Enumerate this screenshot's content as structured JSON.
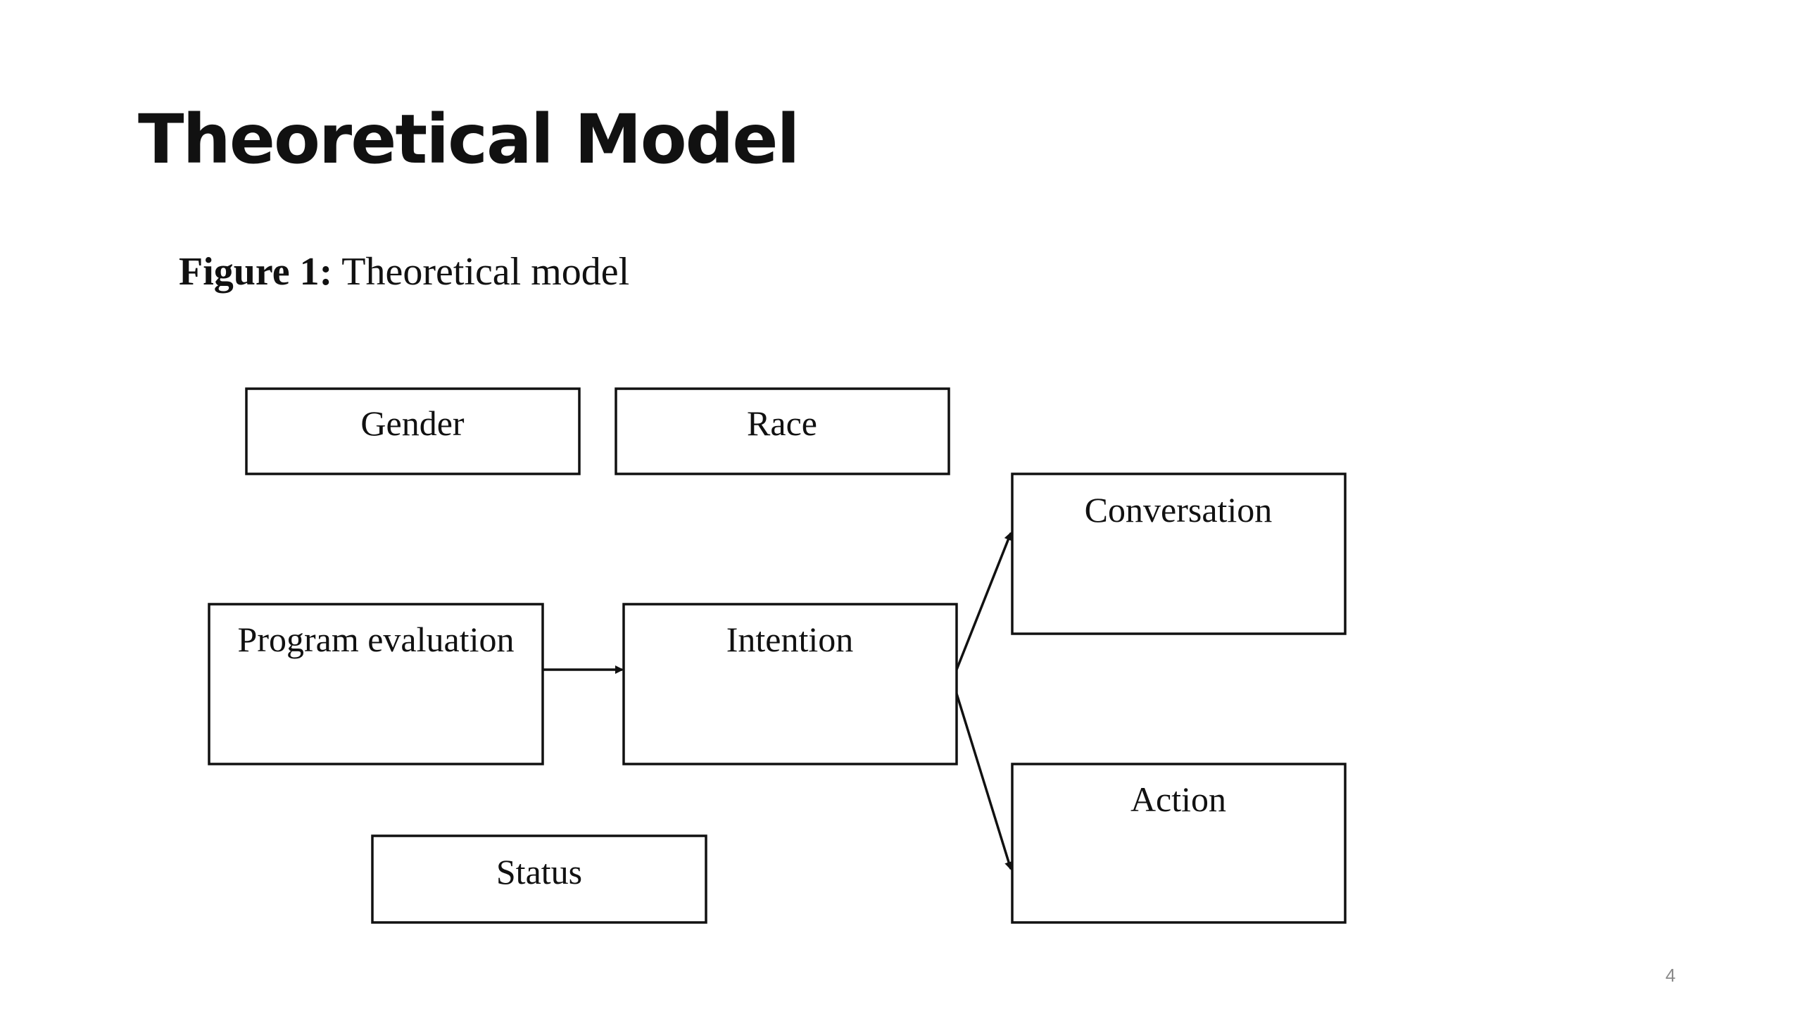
{
  "slide": {
    "title": "Theoretical Model",
    "page_number": "4"
  },
  "figure": {
    "caption_label": "Figure 1:",
    "caption_text": " Theoretical model",
    "nodes": [
      {
        "id": "gender",
        "label": "Gender"
      },
      {
        "id": "race",
        "label": "Race"
      },
      {
        "id": "program-evaluation",
        "label": "Program evaluation"
      },
      {
        "id": "intention",
        "label": "Intention"
      },
      {
        "id": "status",
        "label": "Status"
      },
      {
        "id": "conversation",
        "label": "Conversation"
      },
      {
        "id": "action",
        "label": "Action"
      }
    ],
    "edges": [
      {
        "from": "program-evaluation",
        "to": "intention"
      },
      {
        "from": "intention",
        "to": "conversation"
      },
      {
        "from": "intention",
        "to": "action"
      }
    ]
  }
}
